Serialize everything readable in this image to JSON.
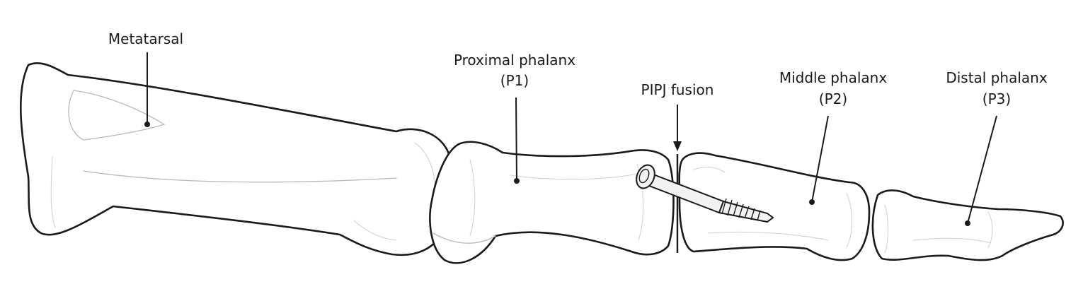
{
  "labels": {
    "metatarsal": "Metatarsal",
    "proximal_phalanx_line1": "Proximal phalanx",
    "proximal_phalanx_line2": "(P1)",
    "pipj_fusion": "PIPJ fusion",
    "middle_phalanx_line1": "Middle phalanx",
    "middle_phalanx_line2": "(P2)",
    "distal_phalanx_line1": "Distal phalanx",
    "distal_phalanx_line2": "(P3)"
  },
  "structures": {
    "bones": [
      "metatarsal-bone",
      "proximal-phalanx-bone",
      "middle-phalanx-bone",
      "distal-phalanx-bone"
    ],
    "implant": "screw-icon"
  }
}
